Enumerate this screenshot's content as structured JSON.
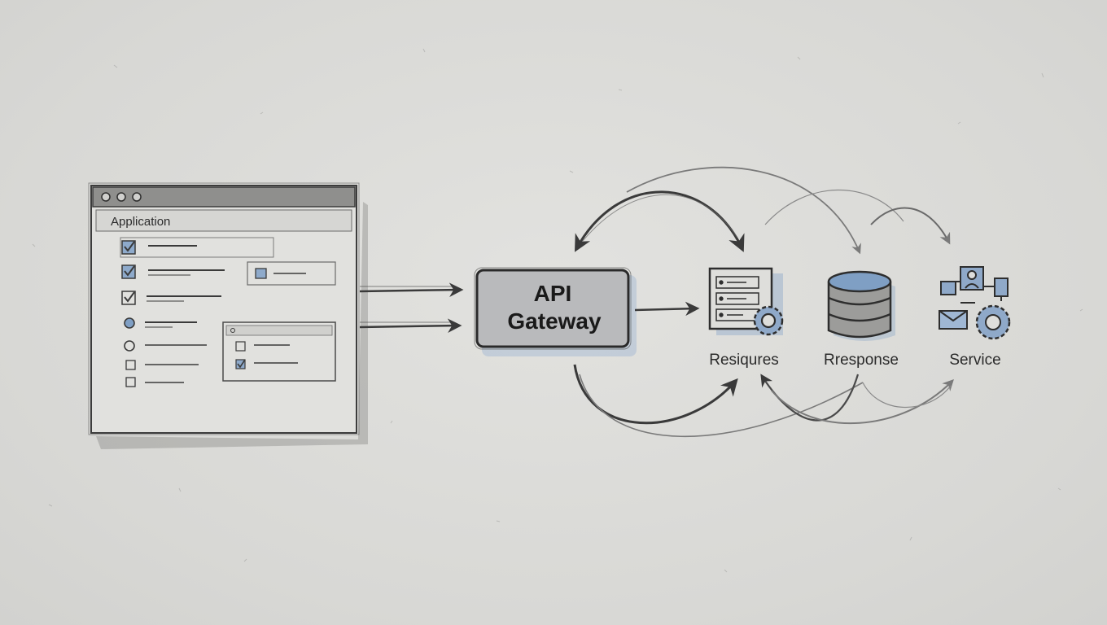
{
  "app_window": {
    "title": "Application"
  },
  "gateway": {
    "line1": "API",
    "line2": "Gateway"
  },
  "services": [
    {
      "label": "Resiqures",
      "icon": "server-gear-icon"
    },
    {
      "label": "Rresponse",
      "icon": "database-icon"
    },
    {
      "label": "Service",
      "icon": "network-gear-icon"
    }
  ],
  "colors": {
    "paper": "#dcdcd9",
    "pencil": "#3a3a3a",
    "accent_blue": "#7f9fc4",
    "gateway_fill": "#b9babc"
  }
}
